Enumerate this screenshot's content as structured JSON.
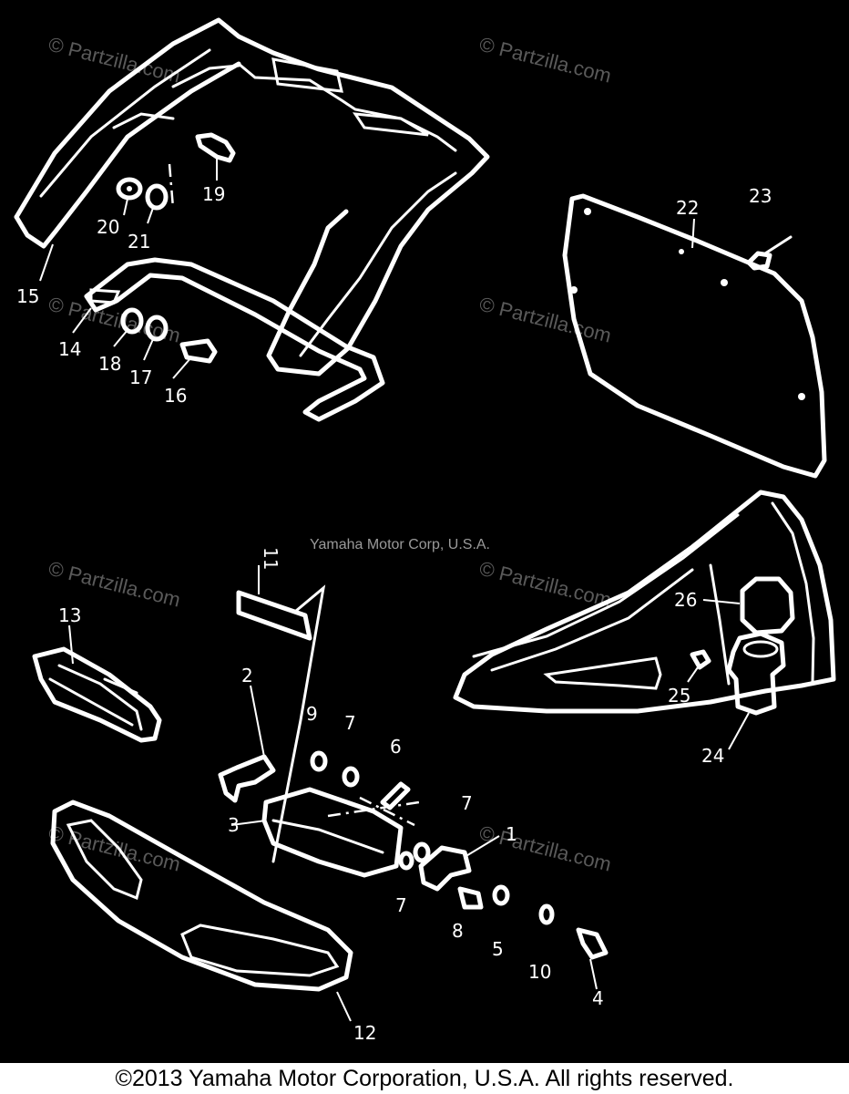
{
  "diagram": {
    "watermark": "© Partzilla.com",
    "center_label": "Yamaha Motor Corp, U.S.A.",
    "callouts": {
      "c1": "1",
      "c2": "2",
      "c3": "3",
      "c4": "4",
      "c5": "5",
      "c6": "6",
      "c7a": "7",
      "c7b": "7",
      "c7c": "7",
      "c8": "8",
      "c9": "9",
      "c10": "10",
      "c11": "11",
      "c12": "12",
      "c13": "13",
      "c14": "14",
      "c15": "15",
      "c16": "16",
      "c17": "17",
      "c18": "18",
      "c19": "19",
      "c20": "20",
      "c21": "21",
      "c22": "22",
      "c23": "23",
      "c24": "24",
      "c25": "25",
      "c26": "26"
    }
  },
  "footer": {
    "copyright": "©2013  Yamaha Motor Corporation, U.S.A. All rights reserved."
  },
  "colors": {
    "background": "#000000",
    "lines": "#ffffff",
    "watermark": "#5a5a5a"
  }
}
